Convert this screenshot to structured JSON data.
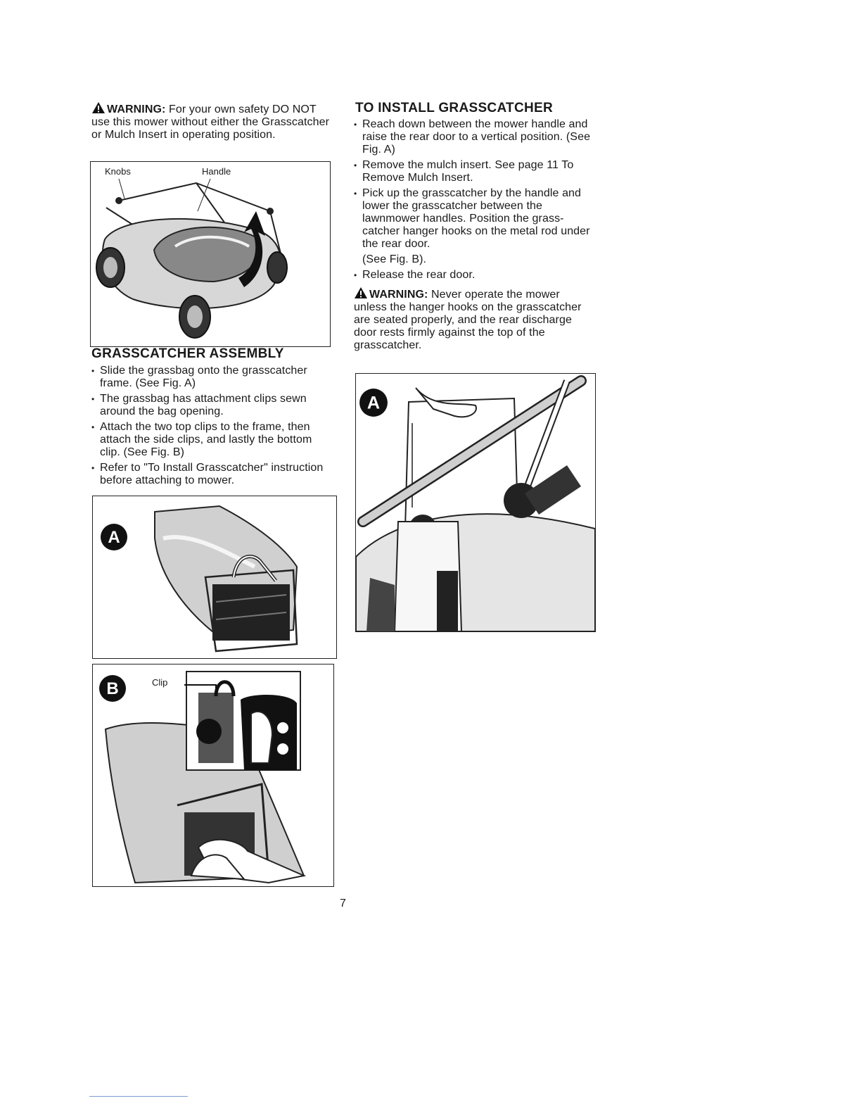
{
  "left": {
    "warning": {
      "label": "WARNING:",
      "text": "For your own safety DO NOT use this mower without either the Grasscatcher or Mulch Insert in operating position."
    },
    "mower_figure": {
      "label_knobs": "Knobs",
      "label_handle": "Handle"
    },
    "assembly": {
      "heading": "GRASSCATCHER ASSEMBLY",
      "bullets": [
        "Slide the grassbag onto the grasscatcher frame. (See Fig. A)",
        "The grassbag has attachment clips sewn around the bag opening.",
        "Attach the two top clips to the frame, then attach the side clips, and lastly the bottom clip. (See Fig. B)",
        "Refer to \"To Install Grasscatcher\" instruction before attaching to mower."
      ]
    },
    "fig_a": {
      "badge": "A"
    },
    "fig_b": {
      "badge": "B",
      "label_clip": "Clip"
    }
  },
  "right": {
    "install": {
      "heading": "TO INSTALL GRASSCATCHER",
      "bullets": [
        "Reach down between the mower handle and raise the rear door to a vertical position. (See Fig. A)",
        "Remove the mulch insert. See page 11 To Remove Mulch Insert.",
        "Pick up the grasscatcher by the handle and lower the grasscatcher between the lawnmower handles. Position the grass- catcher hanger hooks on the metal rod under the rear door.",
        "Release the rear door."
      ],
      "see_fig_b": "(See Fig. B)."
    },
    "warning": {
      "label": "WARNING:",
      "text": "Never operate the mower unless the hanger hooks on the grasscatcher are seated properly, and the rear discharge door rests firmly against the top of the grasscatcher."
    },
    "fig_a": {
      "badge": "A"
    }
  },
  "page_number": "7"
}
